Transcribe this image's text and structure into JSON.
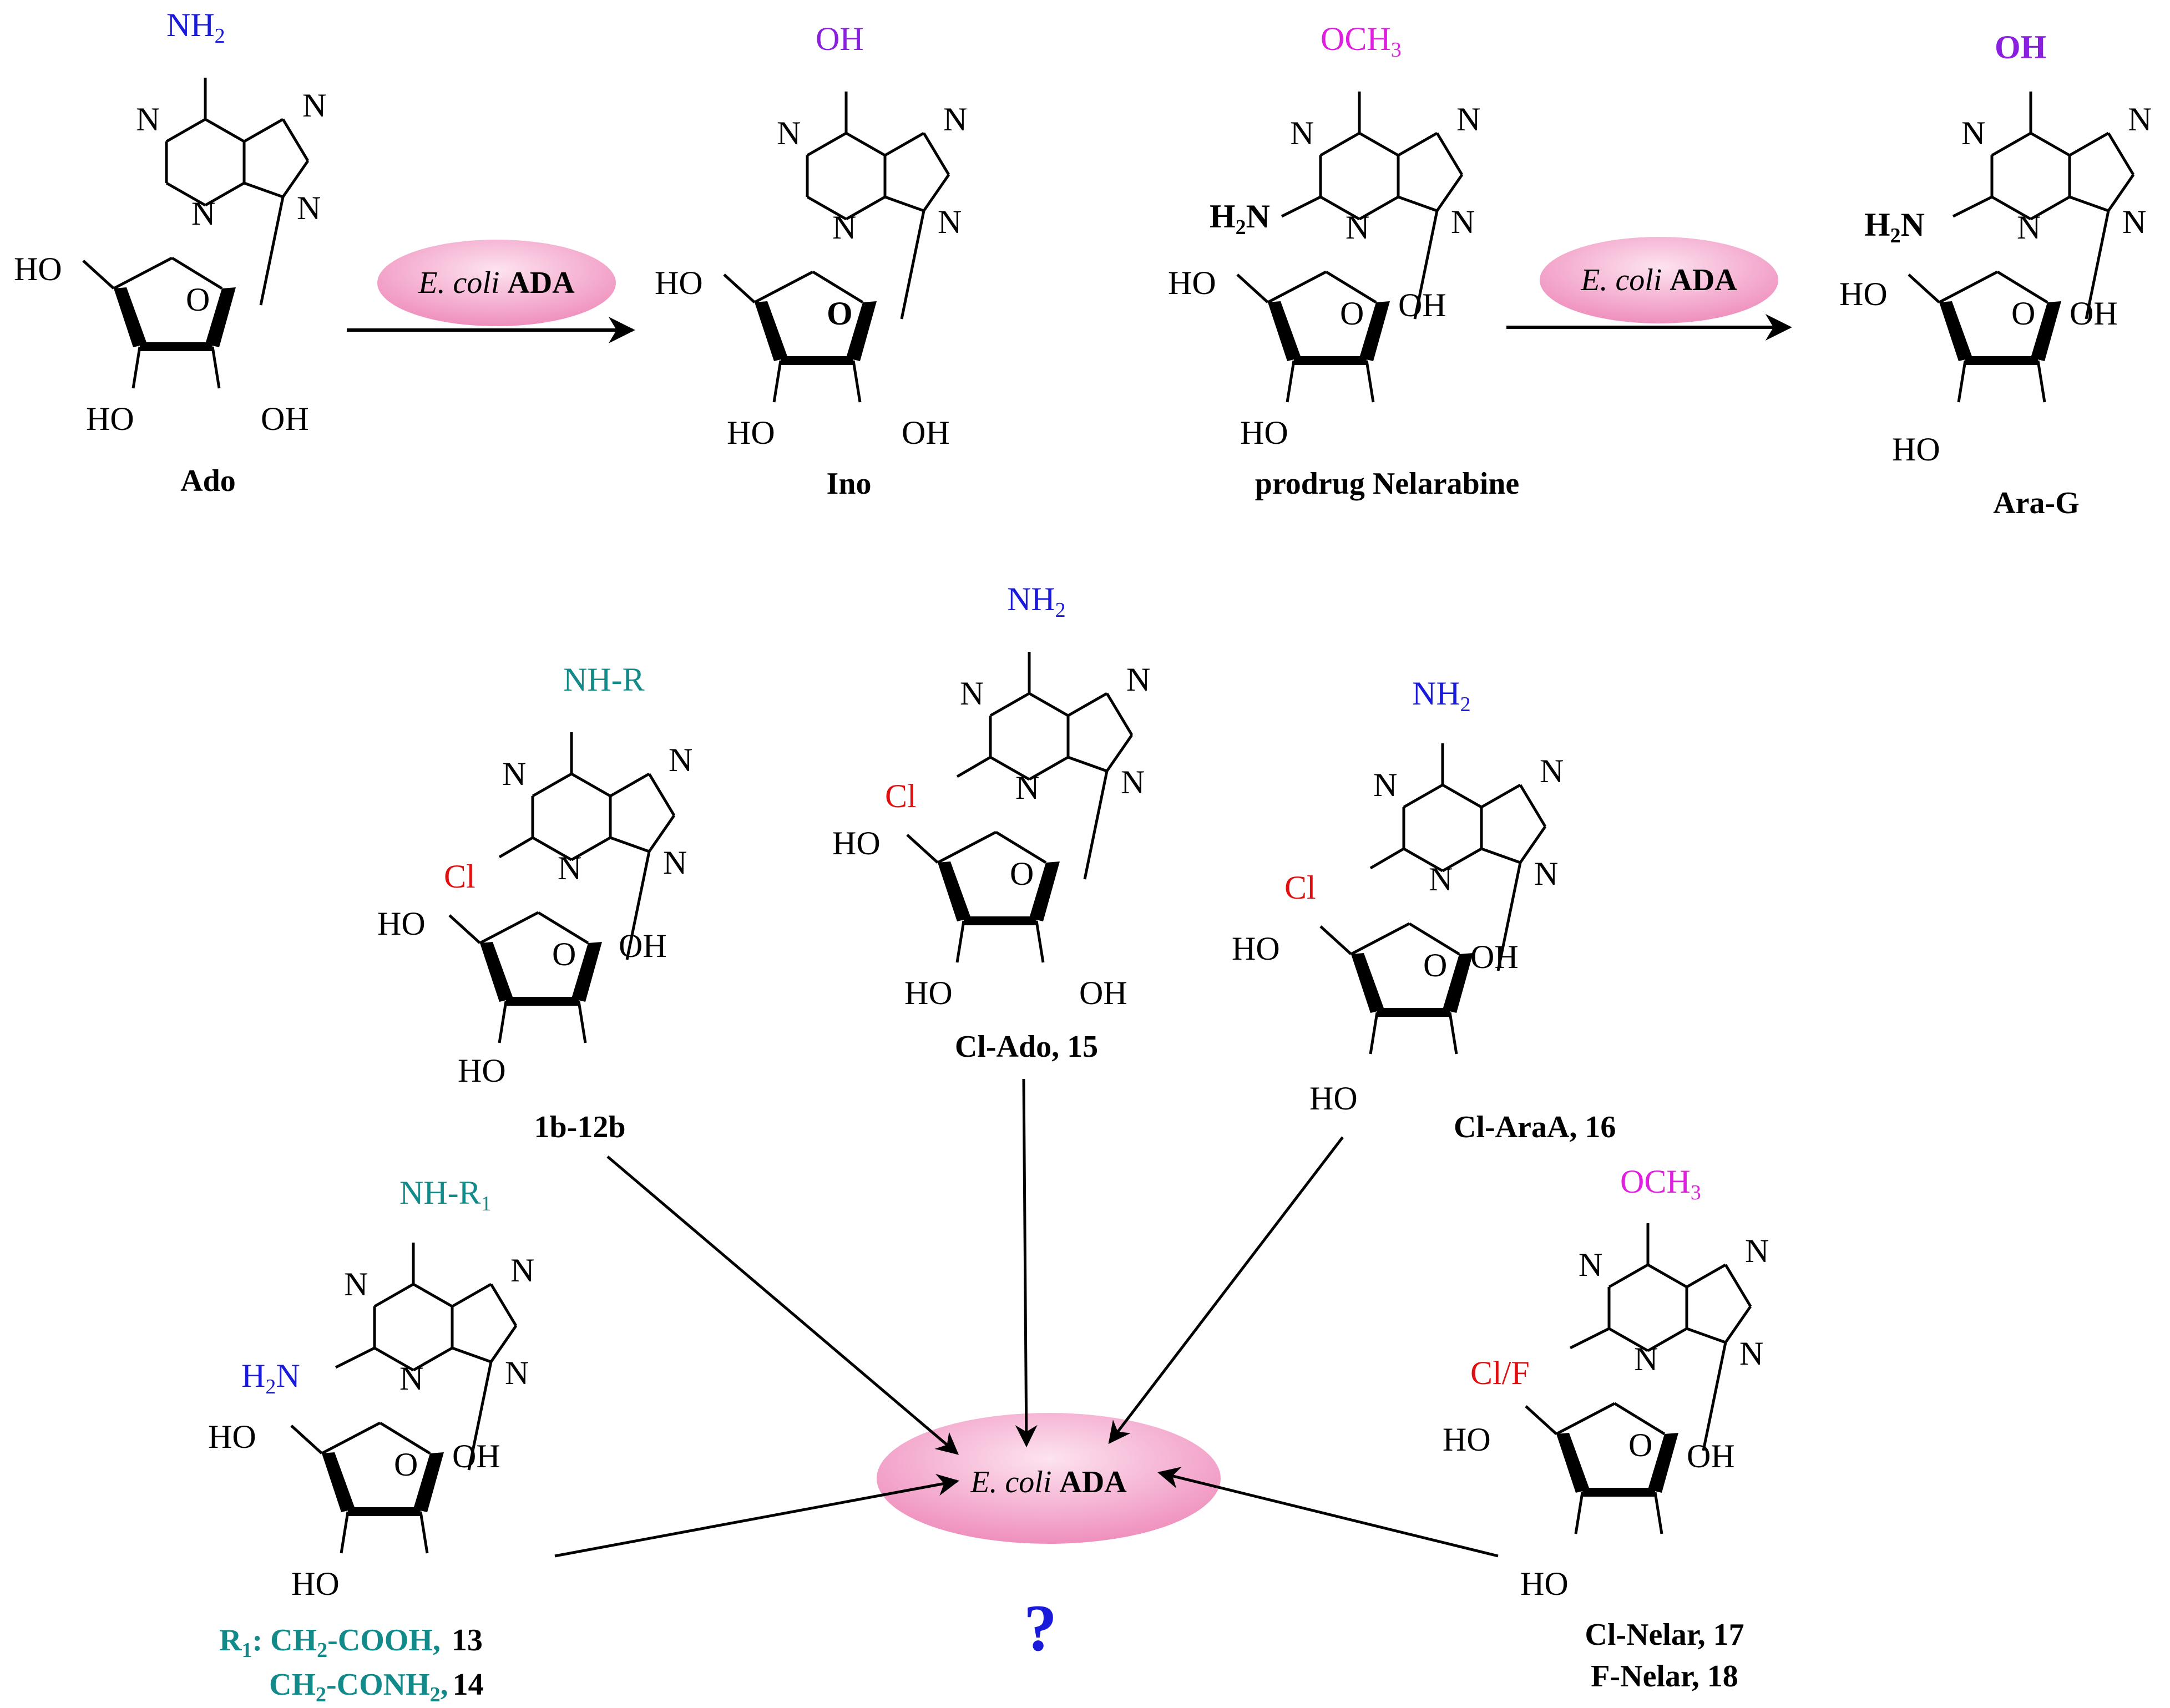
{
  "colors": {
    "amine_blue": "#1a1adb",
    "hydroxyl_purple": "#8a1fe0",
    "methoxy_magenta": "#e01fe0",
    "chloro_red": "#e01010",
    "substituent_teal": "#128a8a",
    "question_blue": "#1a1adb",
    "enzyme_pink": "#f2a3c8"
  },
  "atoms": {
    "n": "N",
    "o": "O",
    "ho": "HO",
    "oh": "OH"
  },
  "groups": {
    "nh2": "NH",
    "h2n_h": "H",
    "h2n_n": "N",
    "och3_a": "OCH",
    "sub3": "3",
    "sub2": "2",
    "sub1": "1",
    "nh_r": "NH-R",
    "nh_r1": "NH-R",
    "cl": "Cl",
    "clf": "Cl/F"
  },
  "enzyme": {
    "ital": "E. coli",
    "name": "ADA"
  },
  "compounds": {
    "ado": "Ado",
    "ino": "Ino",
    "nelarabine": "prodrug Nelarabine",
    "arag": "Ara-G",
    "series_b": "1b-12b",
    "cl_ado": "Cl-Ado, 15",
    "cl_araa": "Cl-AraA, 16",
    "cl_nelar": "Cl-Nelar, 17",
    "f_nelar": "F-Nelar, 18"
  },
  "r1_legend": {
    "r": "R",
    "colon": ": CH",
    "cooh": "-COOH,",
    "n13": "13",
    "ch": "CH",
    "conh": "-CONH",
    "comma": ",",
    "n14": "14"
  },
  "question": "?"
}
